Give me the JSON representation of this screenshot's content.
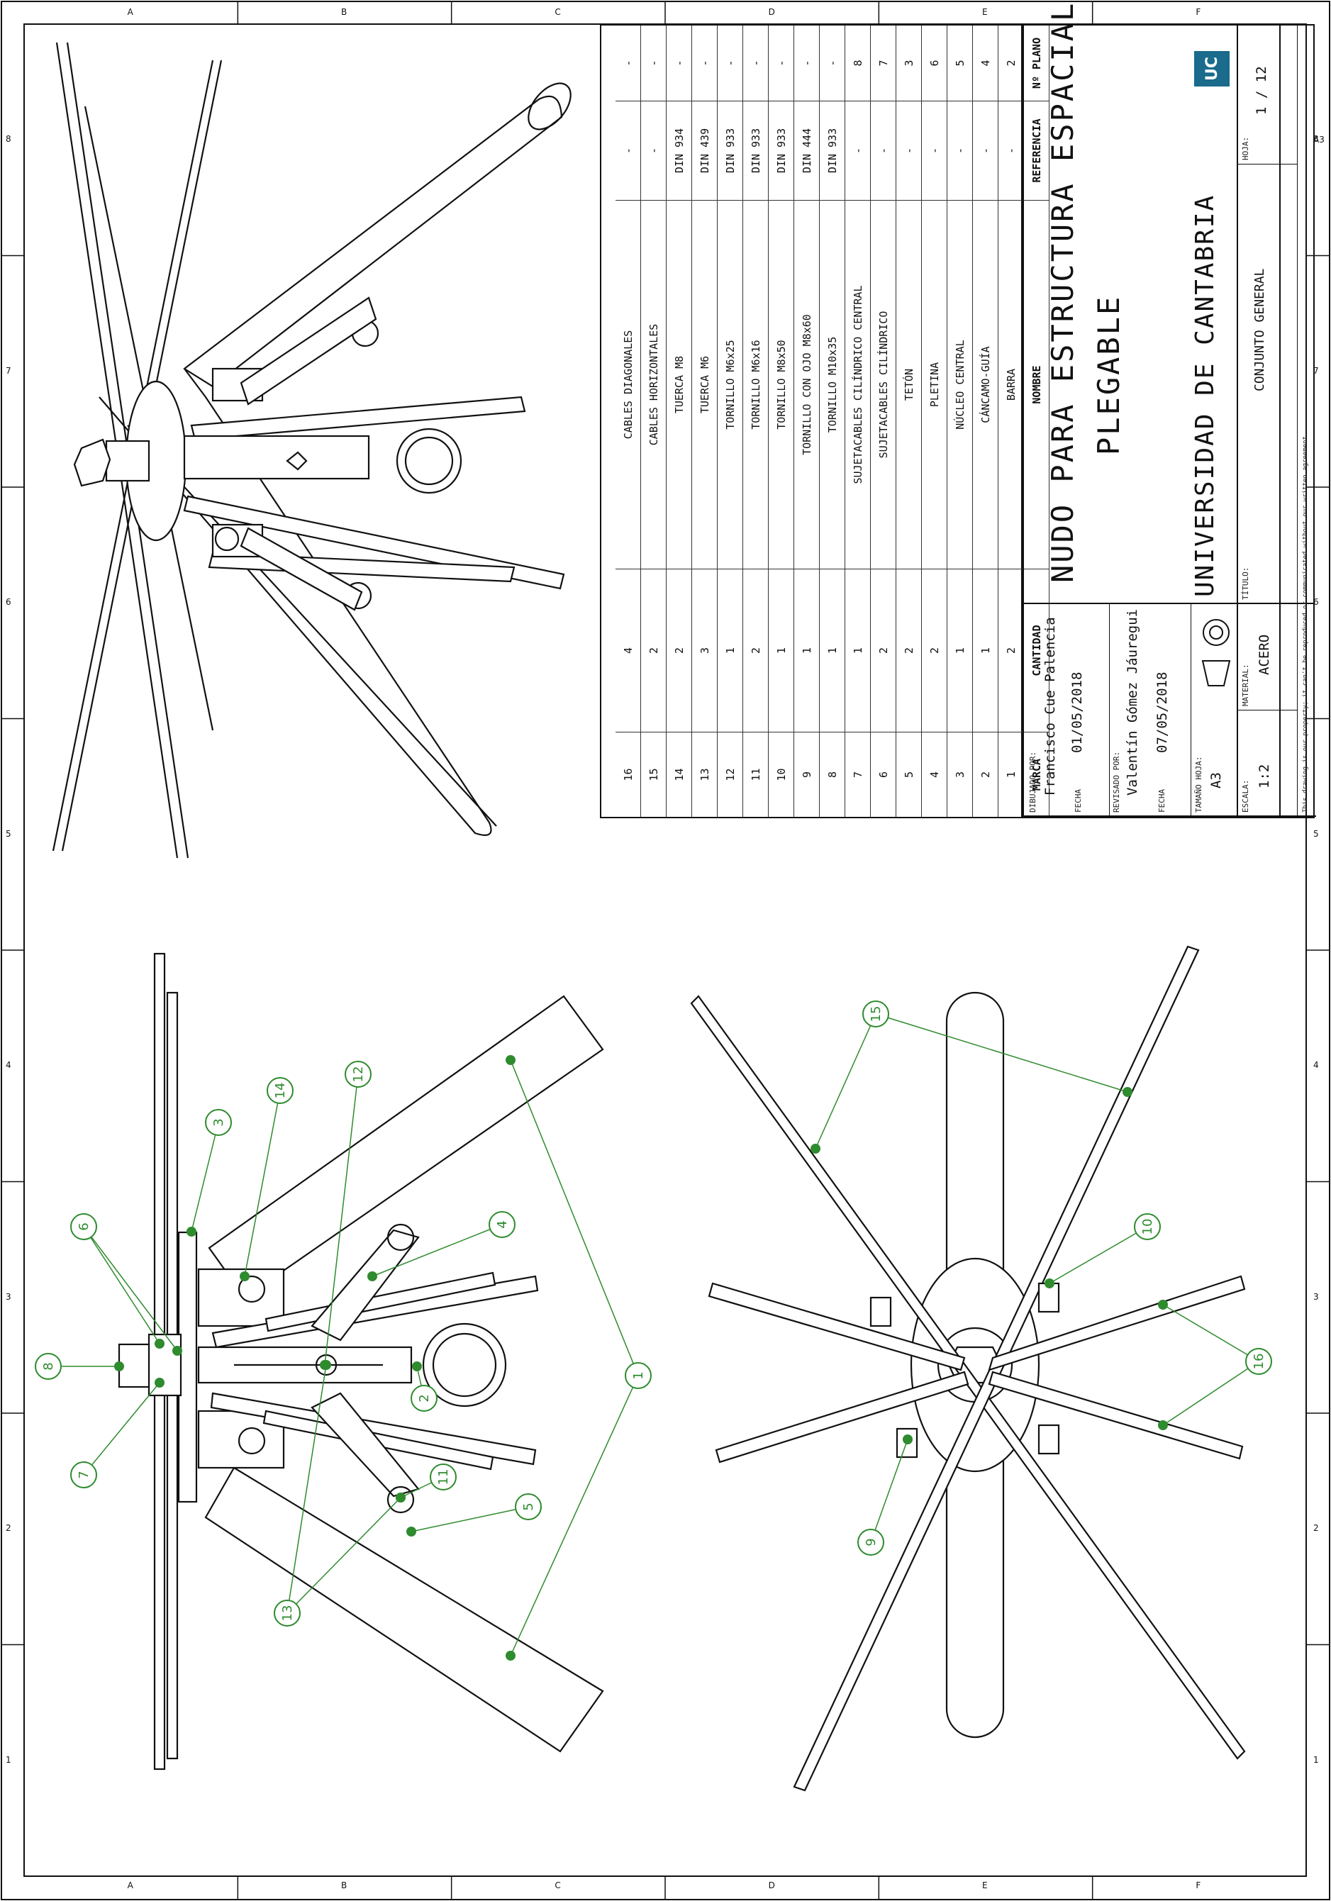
{
  "frame": {
    "letters": [
      "A",
      "B",
      "C",
      "D",
      "E",
      "F"
    ],
    "numbers": [
      "1",
      "2",
      "3",
      "4",
      "5",
      "6",
      "7",
      "8"
    ],
    "sheet_size_mark": "A3"
  },
  "parts_list": {
    "headers": {
      "mark": "MARCA",
      "qty": "CANTIDAD",
      "name": "NOMBRE",
      "ref": "REFERENCIA",
      "plan": "Nº PLANO"
    },
    "rows": [
      {
        "mark": "16",
        "qty": "4",
        "name": "CABLES DIAGONALES",
        "ref": "-",
        "plan": "-"
      },
      {
        "mark": "15",
        "qty": "2",
        "name": "CABLES HORIZONTALES",
        "ref": "-",
        "plan": "-"
      },
      {
        "mark": "14",
        "qty": "2",
        "name": "TUERCA M8",
        "ref": "DIN 934",
        "plan": "-"
      },
      {
        "mark": "13",
        "qty": "3",
        "name": "TUERCA M6",
        "ref": "DIN 439",
        "plan": "-"
      },
      {
        "mark": "12",
        "qty": "1",
        "name": "TORNILLO M6x25",
        "ref": "DIN 933",
        "plan": "-"
      },
      {
        "mark": "11",
        "qty": "2",
        "name": "TORNILLO M6x16",
        "ref": "DIN 933",
        "plan": "-"
      },
      {
        "mark": "10",
        "qty": "1",
        "name": "TORNILLO M8x50",
        "ref": "DIN 933",
        "plan": "-"
      },
      {
        "mark": "9",
        "qty": "1",
        "name": "TORNILLO CON OJO M8x60",
        "ref": "DIN 444",
        "plan": "-"
      },
      {
        "mark": "8",
        "qty": "1",
        "name": "TORNILLO M10x35",
        "ref": "DIN 933",
        "plan": "-"
      },
      {
        "mark": "7",
        "qty": "1",
        "name": "SUJETACABLES CILÍNDRICO CENTRAL",
        "ref": "-",
        "plan": "8"
      },
      {
        "mark": "6",
        "qty": "2",
        "name": "SUJETACABLES CILÍNDRICO",
        "ref": "-",
        "plan": "7"
      },
      {
        "mark": "5",
        "qty": "2",
        "name": "TETÓN",
        "ref": "-",
        "plan": "3"
      },
      {
        "mark": "4",
        "qty": "2",
        "name": "PLETINA",
        "ref": "-",
        "plan": "6"
      },
      {
        "mark": "3",
        "qty": "1",
        "name": "NÚCLEO CENTRAL",
        "ref": "-",
        "plan": "5"
      },
      {
        "mark": "2",
        "qty": "1",
        "name": "CÁNCAMO-GUÍA",
        "ref": "-",
        "plan": "4"
      },
      {
        "mark": "1",
        "qty": "2",
        "name": "BARRA",
        "ref": "-",
        "plan": "2"
      }
    ]
  },
  "title_block": {
    "drawn_by_label": "DIBUJADO POR:",
    "drawn_by": "Francisco Cue Palencia",
    "date_label": "FECHA",
    "drawn_date": "01/05/2018",
    "reviewed_by_label": "REVISADO POR:",
    "reviewed_by": "Valentín Gómez Jáuregui",
    "reviewed_date": "07/05/2018",
    "sheet_size_label": "TAMAÑO HOJA:",
    "sheet_size": "A3",
    "scale_label": "ESCALA:",
    "scale": "1:2",
    "material_label": "MATERIAL:",
    "material": "ACERO",
    "title_line1": "NUDO PARA ESTRUCTURA ESPACIAL",
    "title_line2": "PLEGABLE",
    "university": "UNIVERSIDAD DE CANTABRIA",
    "logo_text": "UC",
    "title_label": "TÍTULO:",
    "drawing_title": "CONJUNTO GENERAL",
    "sheet_label": "HOJA:",
    "sheet": "1 / 12",
    "disclaimer": "This drawing is our property; it can't be reproduced or communicated without our written agreement."
  },
  "balloons": [
    "1",
    "2",
    "3",
    "4",
    "5",
    "6",
    "7",
    "8",
    "9",
    "10",
    "11",
    "12",
    "13",
    "14",
    "15",
    "16"
  ],
  "colors": {
    "line": "#111111",
    "balloon": "#2e8b2e"
  }
}
